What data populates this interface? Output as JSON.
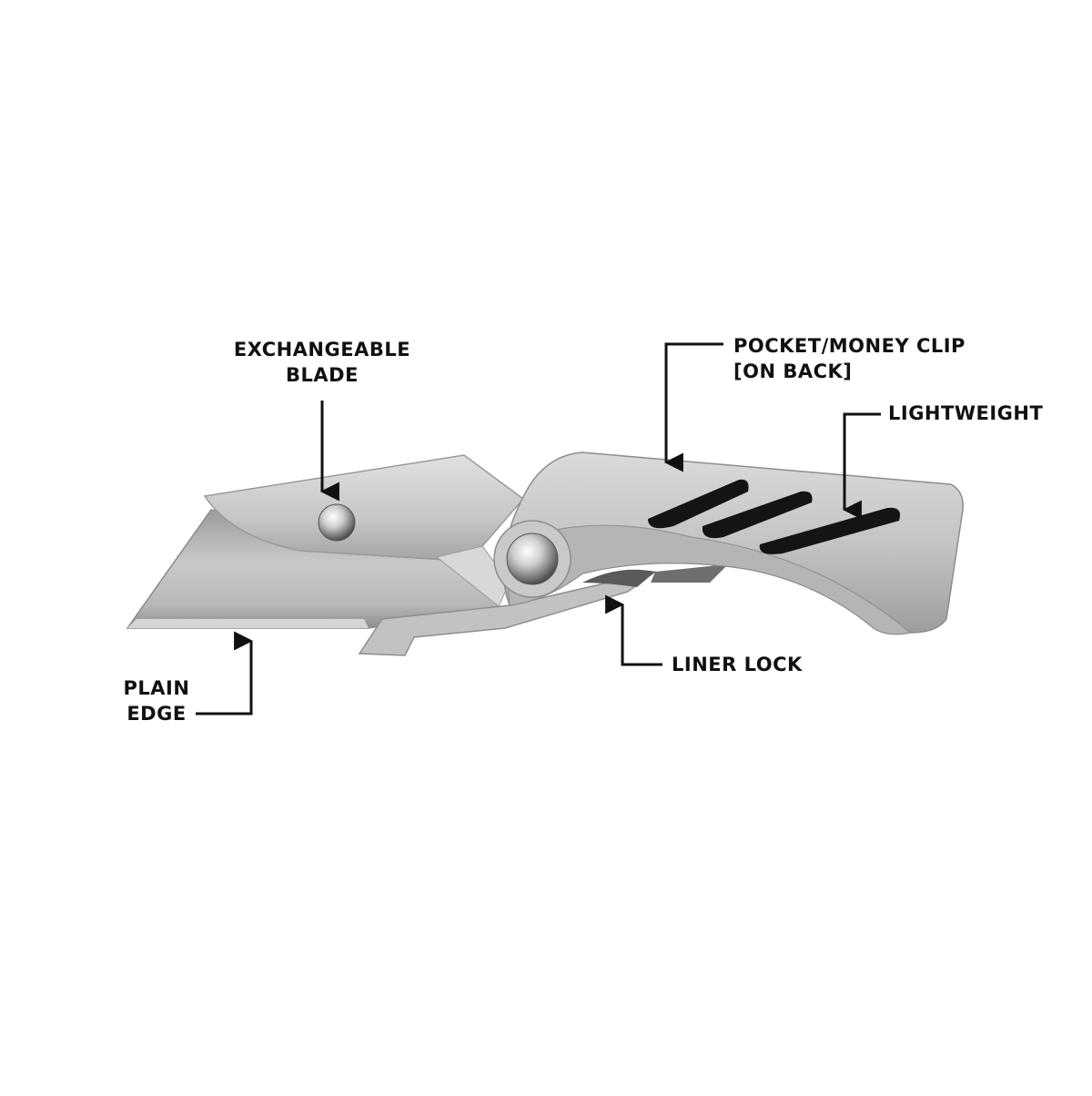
{
  "colors": {
    "background": "#ffffff",
    "label_text": "#111111",
    "arrow": "#111111",
    "steel_light": "#d4d4d4",
    "steel_mid": "#b3b3b3",
    "steel_dark": "#8a8a8a",
    "slot_fill": "#141414"
  },
  "labels": {
    "exchangeable_blade": [
      "EXCHANGEABLE",
      "BLADE"
    ],
    "pocket_clip": [
      "POCKET/MONEY CLIP",
      "[ON BACK]"
    ],
    "lightweight": [
      "LIGHTWEIGHT"
    ],
    "liner_lock": [
      "LINER LOCK"
    ],
    "plain_edge": [
      "PLAIN",
      "EDGE"
    ]
  },
  "icons": {
    "arrow": "arrowhead",
    "pivot": "pivot-screw",
    "blade_screw": "blade-screw"
  }
}
